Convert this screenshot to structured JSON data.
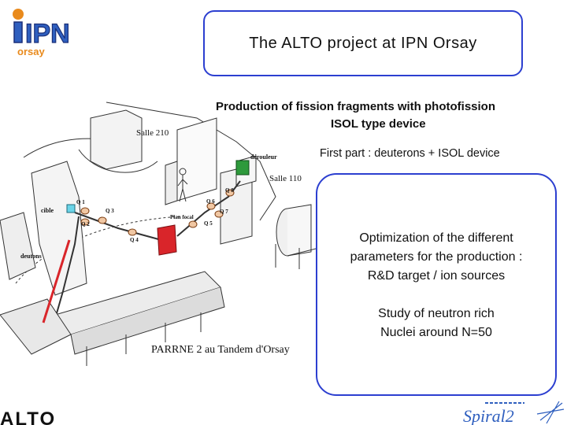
{
  "slide": {
    "title": "The ALTO project at IPN Orsay",
    "subtitle_line1": "Production of fission fragments with photofission",
    "subtitle_line2": "ISOL type device",
    "first_part": "First part : deuterons + ISOL device",
    "info_lines": [
      "Optimization of the  different",
      "parameters for the  production :",
      "R&D target / ion sources",
      "",
      "Study of neutron rich",
      "Nuclei around N=50"
    ]
  },
  "diagram": {
    "salle_210": "Salle 210",
    "salle_110": "Salle 110",
    "derouleur": "dérouleur",
    "cible": "cible",
    "deutons": "deutons",
    "plan_focal": "Plan focal",
    "caption": "PARRNE 2 au Tandem d'Orsay",
    "q1": "Q 1",
    "q2": "Q 2",
    "q3": "Q 3",
    "q4": "Q 4",
    "q5": "Q 5",
    "q6": "Q 6",
    "q7": "Q 7",
    "q8": "Q 8"
  },
  "logos": {
    "ipn_main": "IPN",
    "ipn_sub": "orsay",
    "alto": "ALTO",
    "spiral": "Spiral2"
  },
  "colors": {
    "box_border": "#2c3fd0",
    "logo_blue": "#2f5fbf",
    "logo_orange": "#e98a1c",
    "magnet_red": "#d9252a",
    "detector_green": "#2e9a3c"
  }
}
